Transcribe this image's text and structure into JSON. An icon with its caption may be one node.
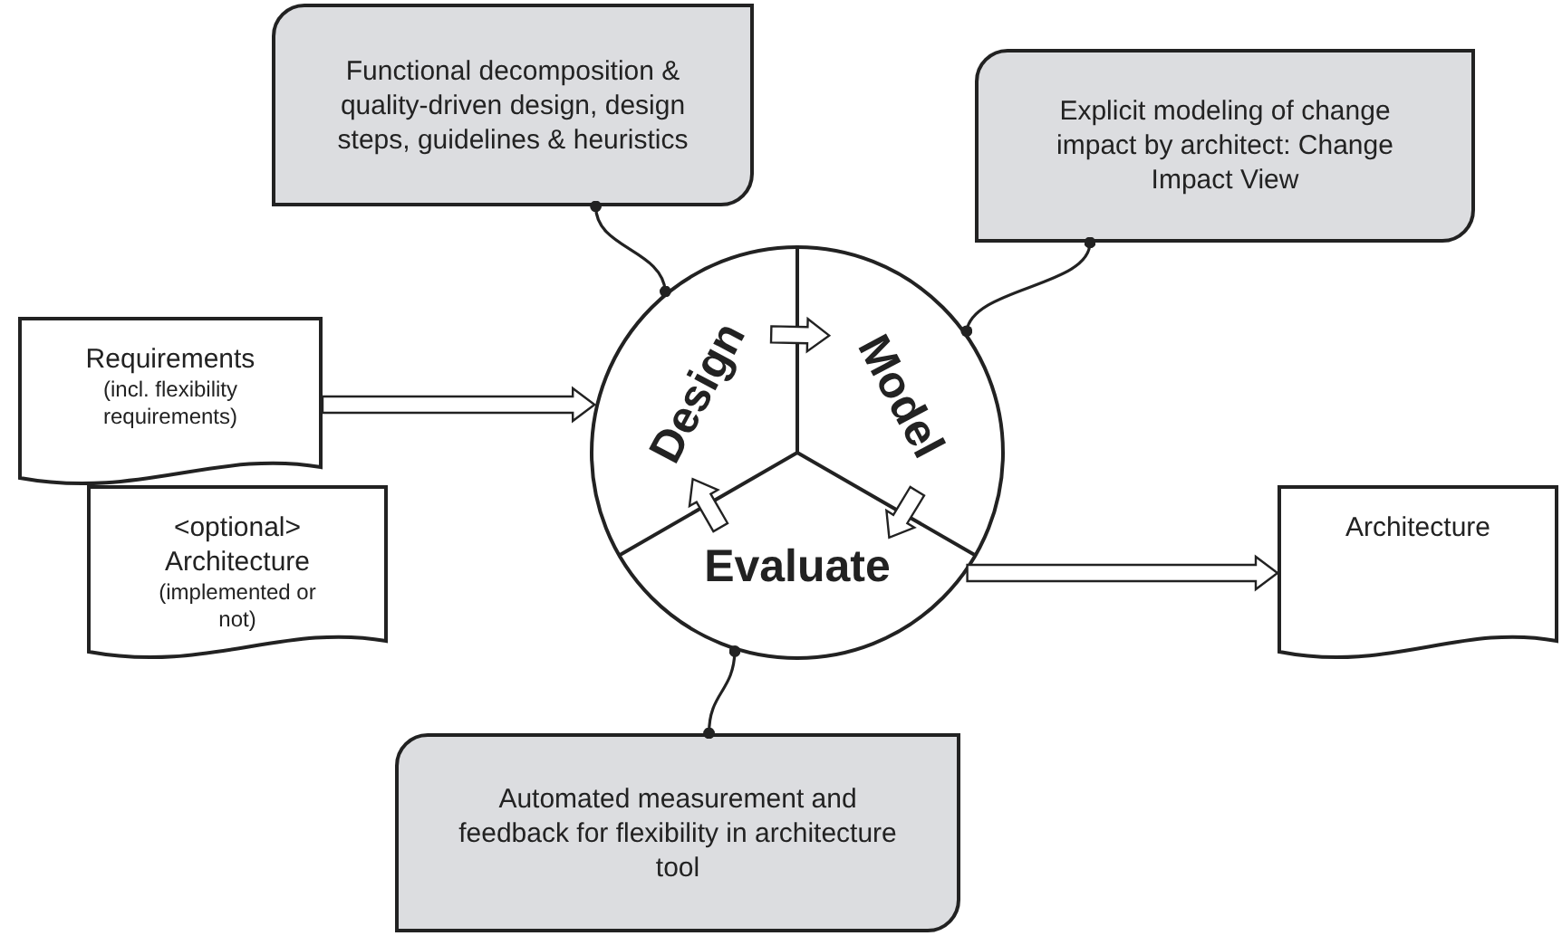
{
  "diagram": {
    "nodes": [
      {
        "text": [
          "Functional decomposition & quality-driven design, design steps, guidelines & heuristics"
        ]
      },
      {
        "text": [
          "Explicit modeling of change impact by architect: Change Impact View"
        ]
      },
      {
        "text": [
          "Requirements",
          "(incl. flexibility requirements)"
        ]
      },
      {
        "text": [
          "<optional>",
          "Architecture",
          "(implemented or not)"
        ]
      },
      {
        "text": [],
        "shape": "circle"
      },
      {
        "text": [
          "Design"
        ],
        "in": 4
      },
      {
        "text": [
          "Model"
        ],
        "in": 4
      },
      {
        "text": [
          "Evaluate"
        ],
        "in": 4
      },
      {
        "text": [
          "Automated measurement and feedback for flexibility in architecture tool"
        ]
      },
      {
        "text": [
          "Architecture"
        ]
      }
    ],
    "edges": [
      {
        "from": 0,
        "to": 4,
        "arrow": "other"
      },
      {
        "from": 1,
        "to": 4,
        "arrow": "other"
      },
      {
        "from": 8,
        "to": 4,
        "arrow": "other"
      },
      {
        "from": 2,
        "to": 4,
        "arrow": "to"
      },
      {
        "from": 4,
        "to": 9,
        "arrow": "to"
      },
      {
        "from": 5,
        "to": 6,
        "arrow": "to"
      },
      {
        "from": 6,
        "to": 7,
        "arrow": "to"
      },
      {
        "from": 7,
        "to": 5,
        "arrow": "to"
      }
    ]
  }
}
